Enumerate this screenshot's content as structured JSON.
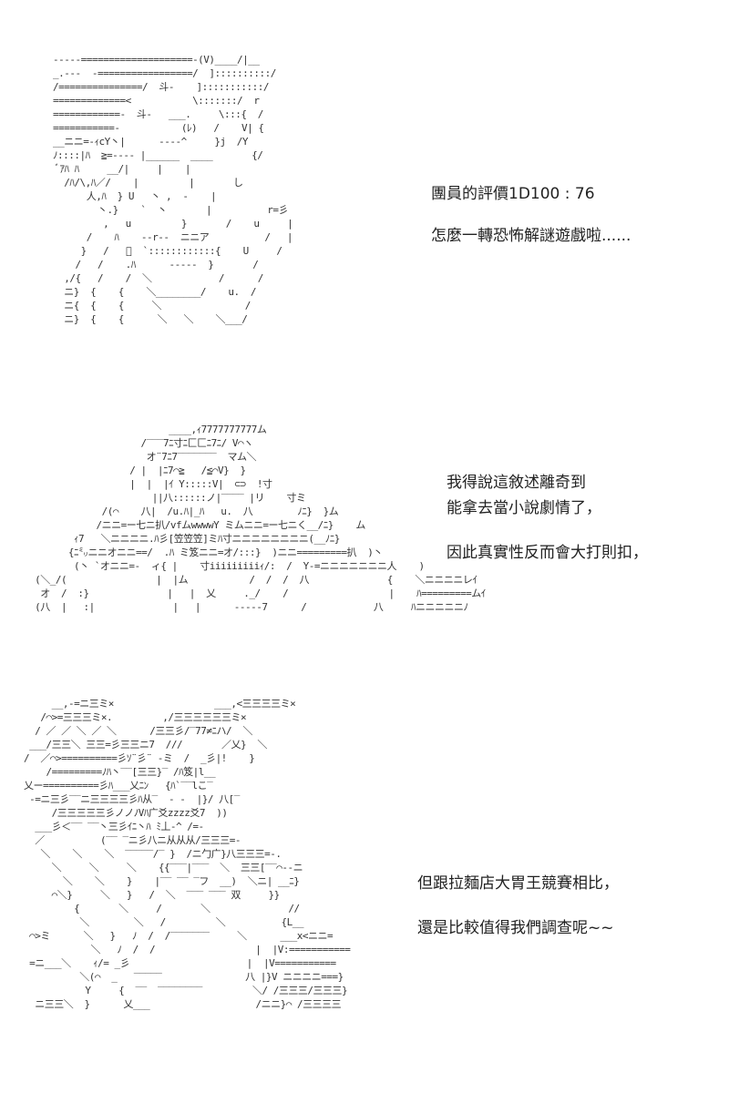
{
  "panels": [
    {
      "art": "-----====================-(V)____/|__\n_.---  -=================/  ]::::::::::/\n/===============/  斗-    ]:::::::::::/\n=============<           \\:::::::/  r\n============-  斗-   ___.     \\:::{  /\n===========-           (ﾚ)   /    V| {\n__ニニ=-ｨcY丶|      ‐‐‐‐^     }j  /Y\nﾉ::::|ﾊ  ≧=---- |______  ____       {/\n ﾞｱﾊ ﾊ     __/|     |    |\n  /ﾊ/\\,ﾊ／/    |         |       し\n      人,ﾊ  } U   丶 ,  -    |\n        丶.}    `  丶       |          r=彡\n         ,   u         }       /    u     |\n      /    ﾊ    ‐‐r‐‐  ニニア          /   |\n     }   /   ﾟ  `::::::::::::{    U     /\n    /   /    .ﾊ      ‐‐‐‐-  }       /\n  ,/{   /    /  ＼            /      /\n  ニ}  {    {    ＼________/    u.  /\n  ニ{  {    {     ＼               /\n  ニ}  {    {      ＼   ＼    ＼___/",
      "captions": [
        "團員的評價1D100 : 76",
        "怎麼一轉恐怖解謎遊戲啦......"
      ]
    },
    {
      "art": "                         ____,ｨ7777777777ム\n                    /‾‾‾7ﾆ寸ﾆ匚匚ﾆ7ﾆ/ V⌒ヽ\n                     オ¨7ﾆ7‾‾‾‾‾‾‾  マム＼\n                  / |  |ﾆ7⌒≧   /≦⌒V}  }\n                  |  |  |ｲ Y:::::V|  ⊂⊃  !寸\n                      ||八::::::ノ|‾‾‾‾ |リ    寸ミ\n             /(⌒    八|  /u.ﾊ|_ﾊ   u.  八        ﾉﾆ}  }ム\n            /ニニ=ー七ニ扒/vfムwwwwY ミムニニ=ー七ニく__/ﾆ}    ム\n        ｨ7   ＼ニニニニ.ﾊ彡[笠笠笠]ミﾊ寸ニニニニニニニニ(__ﾉﾆ}\n       {ﾆ㍉ニニオニニ==/  .ﾊ ミ笈ニニ=オ/:::}  )ニニ=========扒  )丶\n        (丶 `オニニ=-  ィ{ |    寸iiiiiiiiiｨ/:  /  Y-=ニニニニニニニ人    )\n (＼_/(                |  |ム           /  /  /  八              {    ＼ニニニニレｲ\n  オ  /  :}              |   |  乂     ._/    /                  |    ﾊ=========ムｲ\n (八  |   :|              |   |      ‐‐‐‐‐7      /            八     ﾊニニニニニﾉ",
      "captions": [
        "我得說這敘述離奇到",
        "能拿去當小說劇情了，",
        "因此真實性反而會大打則扣，"
      ]
    },
    {
      "art": "     __,-=ニ三ミ×                  ___,<三三三三ミ×\n   /⌒>=三三三ミ×.         ,/三三三三三三ミ×\n  / ／ ／ ＼ ／ ＼      /三三彡/‾77≠ﾆハ/  ＼\n ___/三三＼ 三三=彡三三ニ7  ///       ／乂}  ＼\n/  ／⌒>==========彡ｿ¨彡¨ ‐ミ  /  _彡|!    }\n    /=========ﾉﾊ丶‾‾[三三}‾ /ﾊ笈|l__\n乂ー==========彡ﾊ___乂ﾆﾝ   {ﾊ`‾‾lこ‾\n -=ニ三彡‾‾ニ三三三三彡ﾊ从‾  - -  |}/ 八[‾\n     /三三三三三彡ノノﾉVﾊ广爻zzzz爻7  ))\n  ___彡＜‾‾ ‾‾丶三彡ｲﾆ丶ﾊ ﾐ丄‐^ /=-\n  ／          (‾‾ ‾ニ彡八ニ从从从/三三三=-\n   ＼    ＼    ＼  ‾‾‾‾‾/‾ }  /ニ勹广}八三三三=-.\n     ＼     ＼     ＼    {{‾‾‾|‾‾‾  ＼  三三[‾‾⌒‐‐ニ\n       ＼    ＼    }    |‾‾ ‾‾ ‾フ  __)  ＼ニ| __ﾆ}\n     ⌒＼}     ＼   }   /  ＼  ‾‾‾ ‾‾‾ 双     }}\n         {       ＼     /       ＼              //\n          ＼        ＼   /         ＼          {L__\n ⌒>ミ      ＼   }   ﾉ  /  /‾‾‾‾‾‾‾     ＼      ___x<ニニ=\n            ＼   ﾉ  /  /                  |  |V:===========\n =ニ___＼    ｨ/= _彡                     |  |V===========\n          ＼(⌒  _   ‾‾‾‾‾               八 |}V ニニニニ===}\n           Y     {  ‾‾  ‾‾‾‾‾‾‾‾         ＼/ /三三三/三三三}\n  ニ三三＼  }      乂___                   /ニニ}⌒ /三三三三",
      "captions": [
        "但跟拉麵店大胃王競賽相比，",
        "還是比較值得我們調查呢~~"
      ]
    }
  ]
}
